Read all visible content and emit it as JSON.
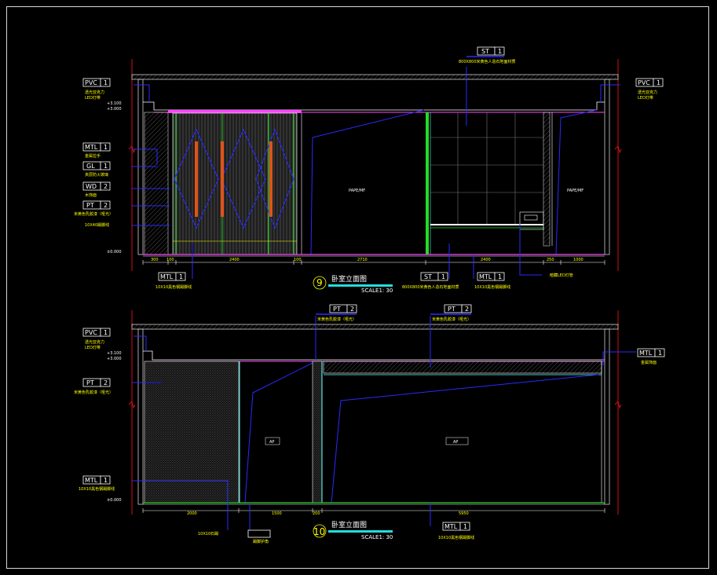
{
  "elev9": {
    "title": "卧室立面图",
    "number": "9",
    "scale": "SCALE1: 30",
    "tags": {
      "st_top": {
        "code": "ST",
        "num": "1",
        "desc": "800X800米黄色人造石地面材质"
      },
      "pvc_l": {
        "code": "PVC",
        "num": "1",
        "desc1": "透光亚克力",
        "desc2": "LED灯带"
      },
      "pvc_r": {
        "code": "PVC",
        "num": "1",
        "desc1": "透光亚克力",
        "desc2": "LED灯带"
      },
      "mtl_l": {
        "code": "MTL",
        "num": "1",
        "desc": "金属拉手"
      },
      "gl_l": {
        "code": "GL",
        "num": "1",
        "desc": "夹层防火玻璃"
      },
      "wd_l": {
        "code": "WD",
        "num": "2",
        "desc": "木饰面"
      },
      "pt_l": {
        "code": "PT",
        "num": "2",
        "desc1": "米黄色乳胶漆（哑光）",
        "desc2": "10X40踢脚线"
      },
      "mtl_b": {
        "code": "MTL",
        "num": "1",
        "desc": "10X10黑色钢踢脚线"
      },
      "st_b": {
        "code": "ST",
        "num": "1",
        "desc": "800X800米黄色人造石地面材质"
      },
      "mtl_b2": {
        "code": "MTL",
        "num": "1",
        "desc": "10X10黑色钢踢脚线"
      },
      "led_b": {
        "desc": "暗藏LED灯管"
      }
    },
    "levels": {
      "l1": "+3.100",
      "l2": "+3.000",
      "floor": "±0.000"
    },
    "dims": [
      "300",
      "100",
      "2400",
      "100",
      "2710",
      "2400",
      "250",
      "1000"
    ],
    "labels": {
      "wall1": "PAPE/MF",
      "wall2": "PAPE/MF"
    }
  },
  "elev10": {
    "title": "卧室立面图",
    "number": "10",
    "scale": "SCALE1: 30",
    "tags": {
      "pvc_l": {
        "code": "PVC",
        "num": "1",
        "desc1": "透光亚克力",
        "desc2": "LED灯带"
      },
      "pt_top1": {
        "code": "PT",
        "num": "2",
        "desc": "米黄色乳胶漆（哑光）"
      },
      "pt_top2": {
        "code": "PT",
        "num": "2",
        "desc": "米黄色乳胶漆（哑光）"
      },
      "mtl_r": {
        "code": "MTL",
        "num": "1",
        "desc": "金属饰面"
      },
      "pt_l": {
        "code": "PT",
        "num": "2",
        "desc": "米黄色乳胶漆（哑光）"
      },
      "mtl_l": {
        "code": "MTL",
        "num": "1",
        "desc": "10X10黑色钢踢脚线"
      },
      "mtl_b": {
        "code": "MTL",
        "num": "1",
        "desc": "10X10黑色钢踢脚线"
      }
    },
    "levels": {
      "l1": "+3.100",
      "l2": "+3.000",
      "floor": "±0.000"
    },
    "dims": [
      "2000",
      "1500",
      "200",
      "5950"
    ],
    "bottom_notes": {
      "n1": "10X10石踢",
      "n2": "踢脚护角"
    },
    "labels": {
      "wall1": "AP",
      "wall2": "AP"
    }
  }
}
